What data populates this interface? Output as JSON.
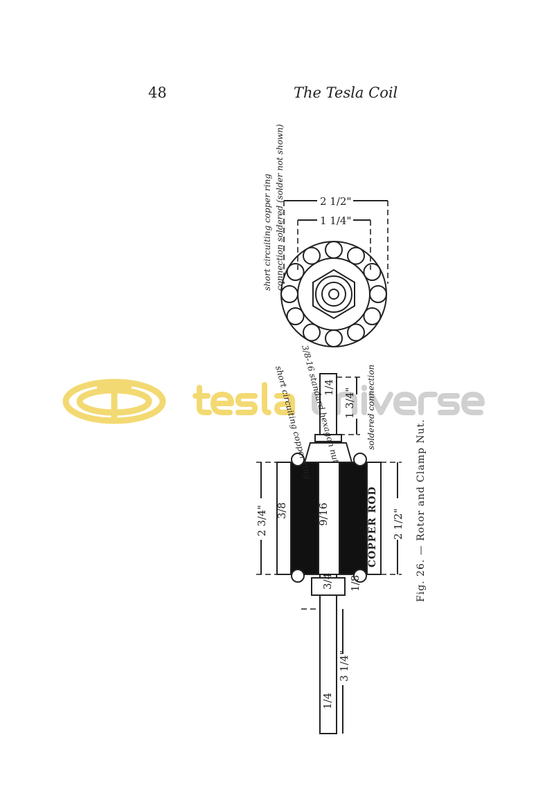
{
  "header": {
    "page_number": "48",
    "running_title": "The Tesla Coil"
  },
  "figure": {
    "caption": "Fig. 26. — Rotor and Clamp Nut.",
    "end_view_labels": {
      "ring": "short circuiting copper ring",
      "connection": "connection soldered (solder not shown)",
      "outer_dim": "2 1/2\"",
      "inner_dim": "1 1/4\""
    },
    "side_view_labels": {
      "ring": "short circuiting copper ring",
      "nut": "3/8-16 standard hexagon nut",
      "soldered": "soldered connection",
      "copper_rod": "COPPER ROD",
      "height_left": "2 3/4\"",
      "height_right": "2 1/2\"",
      "shaft_top": "1 3/4\"",
      "shaft_bottom": "3 1/4\"",
      "bore": "9/16",
      "winding": "3/8",
      "shaft_dia_top": "1/4",
      "shaft_dia_bottom": "1/4",
      "collar": "3/4",
      "collar_small": "1/8"
    }
  },
  "watermark": {
    "text_a": "tesla",
    "text_b": "universe",
    "color_gold": "#f2d35a",
    "color_gray": "#c8c8c8"
  }
}
